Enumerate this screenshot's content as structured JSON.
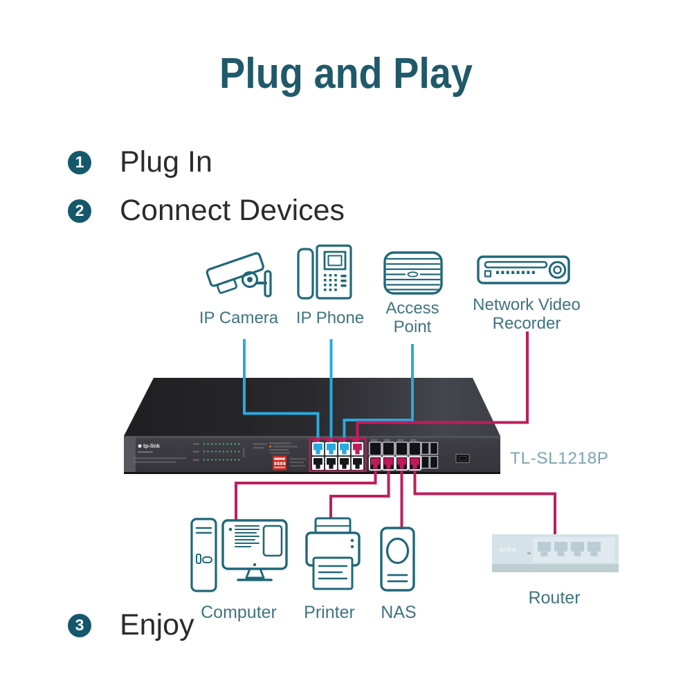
{
  "title": "Plug and Play",
  "steps": [
    {
      "num": "1",
      "label": "Plug In"
    },
    {
      "num": "2",
      "label": "Connect Devices"
    },
    {
      "num": "3",
      "label": "Enjoy"
    }
  ],
  "devices_top": [
    {
      "label": "IP Camera"
    },
    {
      "label": "IP Phone"
    },
    {
      "line1": "Access",
      "line2": "Point"
    },
    {
      "line1": "Network Video",
      "line2": "Recorder"
    }
  ],
  "devices_bottom": [
    {
      "label": "Computer"
    },
    {
      "label": "Printer"
    },
    {
      "label": "NAS"
    },
    {
      "label": "Router"
    }
  ],
  "switch": {
    "brand": "tp-link",
    "model": "TL-SL1218P"
  },
  "colors": {
    "title_teal": "#20596a",
    "step_circle": "#15586c",
    "label_teal": "#3f7380",
    "icon_teal": "#1f6779",
    "cable_blue": "#2aa9e0",
    "cable_magenta": "#c01d5e",
    "model_text": "#7ea3b1",
    "led_green": "#44b471"
  }
}
